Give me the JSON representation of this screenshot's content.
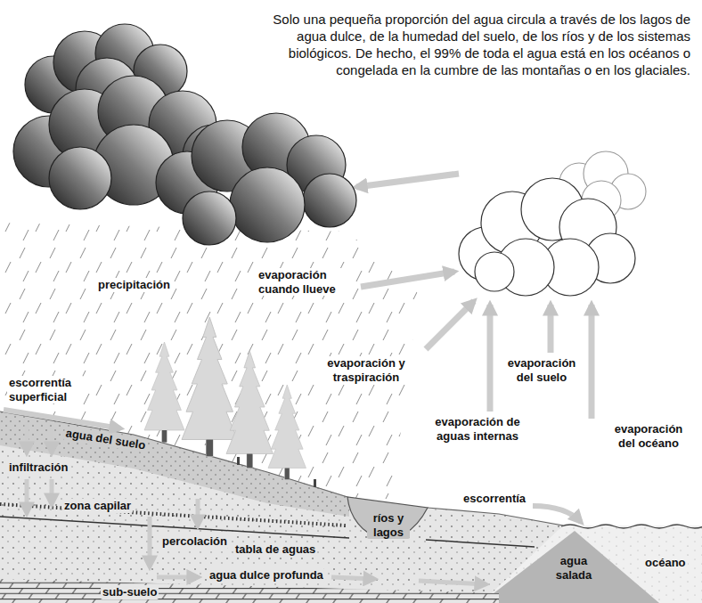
{
  "diagram": {
    "labels": [
      "Solo una pequeña proporción del agua circula a través de los lagos de agua dulce, de la humedad del suelo, de los ríos y de los sistemas biológicos. De hecho, el 99% de toda el agua está en los océanos o congelada en la cumbre de las montañas o en los glaciales.",
      "precipitación",
      "evaporación cuando llueve",
      "evaporación y traspiración",
      "evaporación del suelo",
      "evaporación del océano",
      "escorrentía superficial",
      "agua del suelo",
      "infiltración",
      "evaporación de aguas internas",
      "escorrentía",
      "zona capilar",
      "ríos y lagos",
      "percolación",
      "tabla de aguas",
      "agua dulce profunda",
      "agua salada",
      "océano",
      "sub-suelo"
    ]
  }
}
